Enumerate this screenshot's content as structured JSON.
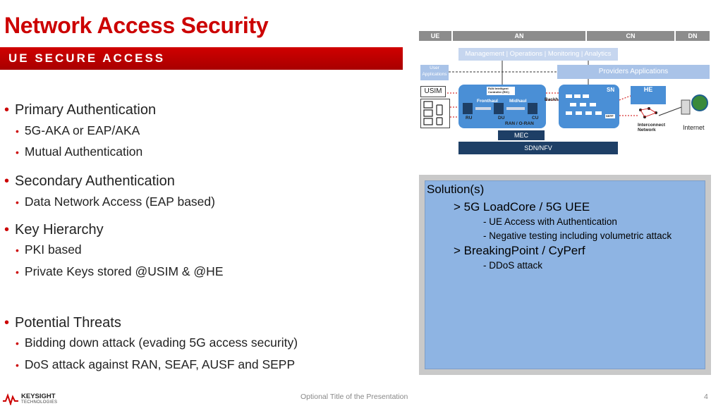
{
  "title": "Network Access Security",
  "subtitle": "UE SECURE ACCESS",
  "bullets": [
    {
      "text": "Primary Authentication",
      "children": [
        "5G-AKA or EAP/AKA",
        "Mutual Authentication"
      ]
    },
    {
      "text": "Secondary Authentication",
      "children": [
        "Data Network Access (EAP based)"
      ]
    },
    {
      "text": "Key Hierarchy",
      "children": [
        "PKI based",
        "Private Keys stored @USIM & @HE"
      ]
    },
    {
      "text": "Potential Threats",
      "children": [
        "Bidding down attack (evading 5G access security)",
        "DoS attack against RAN, SEAF, AUSF and SEPP"
      ]
    }
  ],
  "diagram": {
    "headers": [
      "UE",
      "AN",
      "CN",
      "DN"
    ],
    "management": "Management | Operations | Monitoring | Analytics",
    "user_apps": "User Applications",
    "providers_apps": "Providers Applications",
    "usim": "USIM",
    "ric": "RAN Intelligent Controller (RIC)",
    "fronthaul": "Fronthaul",
    "midhaul": "Midhaul",
    "backhaul": "Backhaul",
    "ru": "RU",
    "du": "DU",
    "cu": "CU",
    "ran_oran": "RAN / O-RAN",
    "sn": "SN",
    "sepp": "SEPP",
    "he": "HE",
    "interconnect": "Interconnect Network",
    "internet": "Internet",
    "mec": "MEC",
    "sdn": "SDN/NFV"
  },
  "solutions": {
    "title": "Solution(s)",
    "items": [
      {
        "label": "> 5G LoadCore / 5G UEE",
        "subs": [
          "- UE Access with Authentication",
          "- Negative testing including volumetric attack"
        ]
      },
      {
        "label": "> BreakingPoint / CyPerf",
        "subs": [
          "- DDoS attack"
        ]
      }
    ]
  },
  "footer": {
    "logo_main": "KEYSIGHT",
    "logo_sub": "TECHNOLOGIES",
    "center": "Optional Title of the Presentation",
    "page": "4"
  },
  "colors": {
    "accent": "#cc0000",
    "panel": "#8eb4e3",
    "node": "#4a8fd6",
    "dark": "#1e3f66"
  }
}
